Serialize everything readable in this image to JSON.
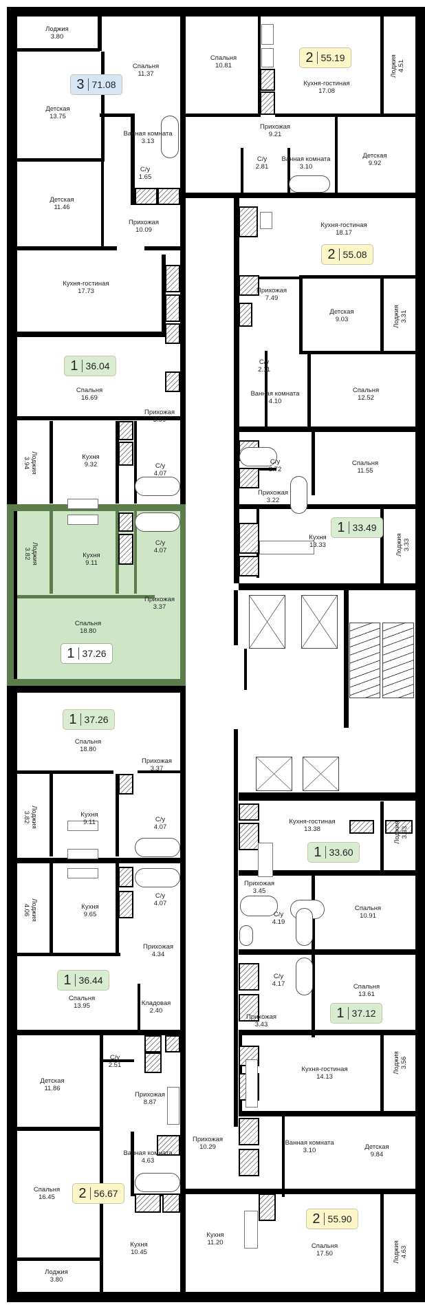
{
  "colors": {
    "wall": "#000000",
    "highlight_fill": "#cfe6c6",
    "highlight_wall": "#5b7d4c",
    "badge_3": "#d6e6f5",
    "badge_2": "#fbf5c8",
    "badge_1": "#d9ecd0",
    "badge_selected": "#ffffff"
  },
  "rooms": [
    {
      "name": "Лоджия",
      "area": "3.80"
    },
    {
      "name": "Спальня",
      "area": "11.37"
    },
    {
      "name": "Детская",
      "area": "13.75"
    },
    {
      "name": "Ванная комната",
      "area": "3.13"
    },
    {
      "name": "С/у",
      "area": "1.65"
    },
    {
      "name": "Детская",
      "area": "11.46"
    },
    {
      "name": "Прихожая",
      "area": "10.09"
    },
    {
      "name": "Спальня",
      "area": "10.81"
    },
    {
      "name": "Кухня-гостиная",
      "area": "17.08"
    },
    {
      "name": "Лоджия",
      "area": "4.51"
    },
    {
      "name": "Прихожая",
      "area": "9.21"
    },
    {
      "name": "С/у",
      "area": "2.81"
    },
    {
      "name": "Ванная комната",
      "area": "3.10"
    },
    {
      "name": "Детская",
      "area": "9.92"
    },
    {
      "name": "Кухня-гостиная",
      "area": "18.17"
    },
    {
      "name": "Кухня-гостиная",
      "area": "17.73"
    },
    {
      "name": "Спальня",
      "area": "16.69"
    },
    {
      "name": "Прихожая",
      "area": "3.99"
    },
    {
      "name": "Прихожая",
      "area": "7.49"
    },
    {
      "name": "Детская",
      "area": "9.03"
    },
    {
      "name": "Лоджия",
      "area": "3.31"
    },
    {
      "name": "С/у",
      "area": "2.11"
    },
    {
      "name": "Ванная комната",
      "area": "4.10"
    },
    {
      "name": "Спальня",
      "area": "12.52"
    },
    {
      "name": "Лоджия",
      "area": "3.94"
    },
    {
      "name": "Кухня",
      "area": "9.32"
    },
    {
      "name": "С/у",
      "area": "4.07"
    },
    {
      "name": "С/у",
      "area": "3.72"
    },
    {
      "name": "Спальня",
      "area": "11.55"
    },
    {
      "name": "Прихожая",
      "area": "3.22"
    },
    {
      "name": "Лоджия",
      "area": "3.82"
    },
    {
      "name": "Кухня",
      "area": "9.11"
    },
    {
      "name": "С/у",
      "area": "4.07"
    },
    {
      "name": "Прихожая",
      "area": "3.37"
    },
    {
      "name": "Спальня",
      "area": "18.80"
    },
    {
      "name": "Кухня",
      "area": "13.33"
    },
    {
      "name": "Лоджия",
      "area": "3.33"
    },
    {
      "name": "Спальня",
      "area": "18.80"
    },
    {
      "name": "Прихожая",
      "area": "3.37"
    },
    {
      "name": "Лоджия",
      "area": "3.82"
    },
    {
      "name": "Кухня",
      "area": "9.11"
    },
    {
      "name": "С/у",
      "area": "4.07"
    },
    {
      "name": "Лоджия",
      "area": "4.06"
    },
    {
      "name": "Кухня",
      "area": "9.65"
    },
    {
      "name": "С/у",
      "area": "4.07"
    },
    {
      "name": "Прихожая",
      "area": "4.34"
    },
    {
      "name": "Спальня",
      "area": "13.95"
    },
    {
      "name": "Кладовая",
      "area": "2.40"
    },
    {
      "name": "Кухня-гостиная",
      "area": "13.38"
    },
    {
      "name": "Лоджия",
      "area": "3.33"
    },
    {
      "name": "Прихожая",
      "area": "3.45"
    },
    {
      "name": "Спальня",
      "area": "10.91"
    },
    {
      "name": "С/у",
      "area": "4.19"
    },
    {
      "name": "С/у",
      "area": "4.17"
    },
    {
      "name": "Спальня",
      "area": "13.61"
    },
    {
      "name": "Прихожая",
      "area": "3.43"
    },
    {
      "name": "С/у",
      "area": "2.51"
    },
    {
      "name": "Детская",
      "area": "11.86"
    },
    {
      "name": "Прихожая",
      "area": "8.87"
    },
    {
      "name": "Ванная комната",
      "area": "4.63"
    },
    {
      "name": "Спальня",
      "area": "16.45"
    },
    {
      "name": "Кухня",
      "area": "10.45"
    },
    {
      "name": "Лоджия",
      "area": "3.80"
    },
    {
      "name": "Прихожая",
      "area": "10.29"
    },
    {
      "name": "Кухня",
      "area": "11.20"
    },
    {
      "name": "Кухня-гостиная",
      "area": "14.13"
    },
    {
      "name": "Лоджия",
      "area": "3.56"
    },
    {
      "name": "Ванная комната",
      "area": "3.10"
    },
    {
      "name": "Детская",
      "area": "9.84"
    },
    {
      "name": "Спальня",
      "area": "17.50"
    },
    {
      "name": "Лоджия",
      "area": "4.63"
    }
  ],
  "apartments": [
    {
      "rooms": "3",
      "area": "71.08",
      "color": "#d6e6f5"
    },
    {
      "rooms": "2",
      "area": "55.19",
      "color": "#fbf5c8"
    },
    {
      "rooms": "2",
      "area": "55.08",
      "color": "#fbf5c8"
    },
    {
      "rooms": "1",
      "area": "36.04",
      "color": "#d9ecd0"
    },
    {
      "rooms": "1",
      "area": "37.26",
      "color": "#ffffff",
      "selected": true
    },
    {
      "rooms": "1",
      "area": "33.49",
      "color": "#d9ecd0"
    },
    {
      "rooms": "1",
      "area": "37.26",
      "color": "#d9ecd0"
    },
    {
      "rooms": "1",
      "area": "36.44",
      "color": "#d9ecd0"
    },
    {
      "rooms": "1",
      "area": "33.60",
      "color": "#d9ecd0"
    },
    {
      "rooms": "1",
      "area": "37.12",
      "color": "#d9ecd0"
    },
    {
      "rooms": "2",
      "area": "56.67",
      "color": "#fbf5c8"
    },
    {
      "rooms": "2",
      "area": "55.90",
      "color": "#fbf5c8"
    }
  ]
}
